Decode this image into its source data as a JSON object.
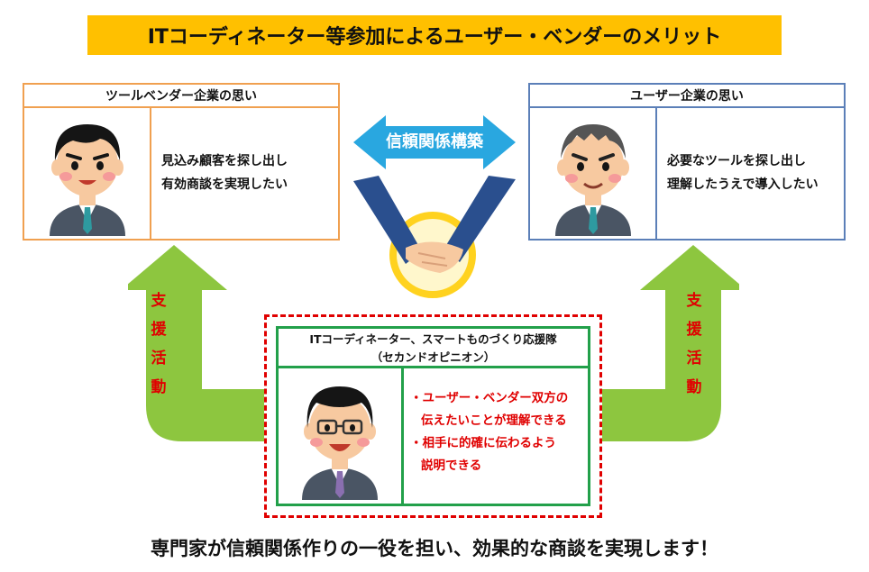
{
  "title": "ITコーディネーター等参加によるユーザー・ベンダーのメリット",
  "vendor": {
    "heading": "ツールベンダー企業の思い",
    "lines": [
      "見込み顧客を探し出し",
      "有効商談を実現したい"
    ]
  },
  "user": {
    "heading": "ユーザー企業の思い",
    "lines": [
      "必要なツールを探し出し",
      "理解したうえで導入したい"
    ]
  },
  "trust_label": "信頼関係構築",
  "support_left": [
    "支",
    "援",
    "活",
    "動"
  ],
  "support_right": [
    "支",
    "援",
    "活",
    "動"
  ],
  "coordinator": {
    "heading_line1": "ITコーディネーター、スマートものづくり応援隊",
    "heading_line2": "（セカンドオピニオン）",
    "points": [
      "・ユーザー・ベンダー双方の",
      "伝えたいことが理解できる",
      "・相手に的確に伝わるよう",
      "説明できる"
    ]
  },
  "footer": "専門家が信頼関係作りの一役を担い、効果的な商談を実現します！",
  "colors": {
    "title_bg": "#ffc000",
    "vendor_border": "#f0a050",
    "user_border": "#5b7fb8",
    "coordinator_border": "#22a04a",
    "dashed_border": "#e00000",
    "support_arrow": "#8dc63f",
    "trust_arrow": "#29a7e0"
  }
}
